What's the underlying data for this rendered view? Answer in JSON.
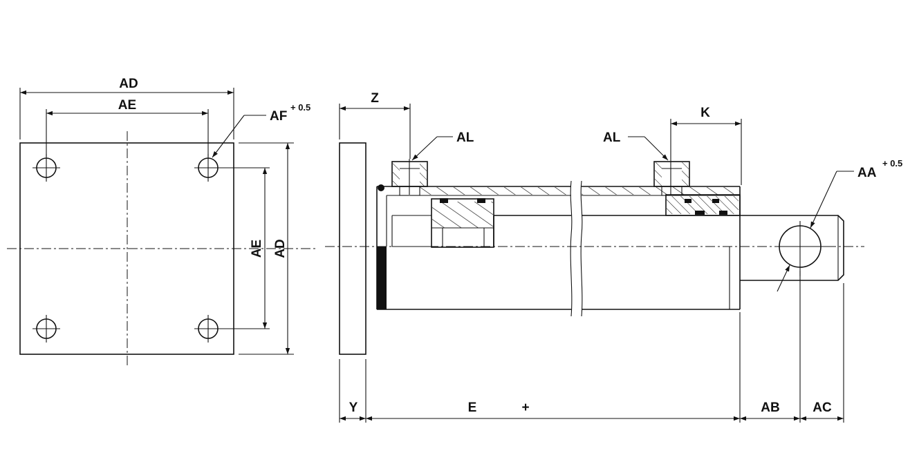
{
  "labels": {
    "ad_top": "AD",
    "ae_top": "AE",
    "af": "AF",
    "af_tol": "+ 0.5",
    "ae_side": "AE",
    "ad_side": "AD",
    "z": "Z",
    "al_left": "AL",
    "al_right": "AL",
    "k": "K",
    "aa": "AA",
    "aa_tol": "+ 0.5",
    "y": "Y",
    "e": "E",
    "plus": "+",
    "ab": "AB",
    "ac": "AC"
  }
}
